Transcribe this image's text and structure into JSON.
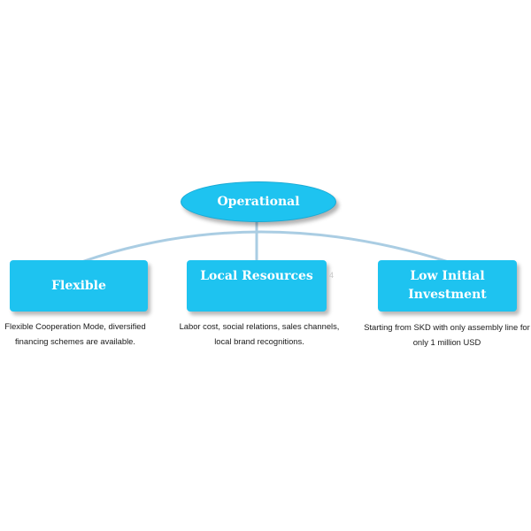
{
  "diagram": {
    "root": {
      "label": "Operational"
    },
    "branches": [
      {
        "title": "Flexible",
        "description": "Flexible Cooperation Mode, diversified financing schemes are available."
      },
      {
        "title": "Local Resources",
        "description": "Labor cost, social relations, sales channels, local brand recognitions."
      },
      {
        "title": "Low Initial Investment",
        "description": "Starting from SKD with only assembly line for only 1 million USD"
      }
    ],
    "page_mark": "4"
  },
  "colors": {
    "node_fill": "#1ec3f0",
    "connector": "#aacde3",
    "node_text": "#ffffff",
    "description_text": "#1a1a1a"
  }
}
